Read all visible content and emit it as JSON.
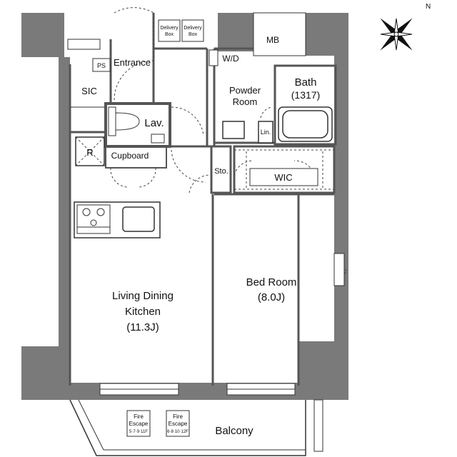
{
  "rooms": {
    "entrance": "Entrance",
    "ps": "PS",
    "sic": "SIC",
    "lav": "Lav.",
    "cupboard": "Cupboard",
    "r": "R",
    "wd": "W/D",
    "powder_l1": "Powder",
    "powder_l2": "Room",
    "bath_l1": "Bath",
    "bath_l2": "(1317)",
    "lin": "Lin.",
    "sto": "Sto.",
    "wic": "WIC",
    "mb": "MB",
    "bed_l1": "Bed Room",
    "bed_l2": "(8.0J)",
    "ldk_l1": "Living Dining",
    "ldk_l2": "Kitchen",
    "ldk_l3": "(11.3J)",
    "balcony": "Balcony"
  },
  "delivery_boxes": [
    {
      "l1": "Delivery",
      "l2": "Box"
    },
    {
      "l1": "Delivery",
      "l2": "Box"
    }
  ],
  "fire_escapes": [
    {
      "l1": "Fire",
      "l2": "Escape",
      "l3": "5·7·9·11F"
    },
    {
      "l1": "Fire",
      "l2": "Escape",
      "l3": "6·8·10·12F"
    }
  ],
  "compass": {
    "north": "N"
  }
}
